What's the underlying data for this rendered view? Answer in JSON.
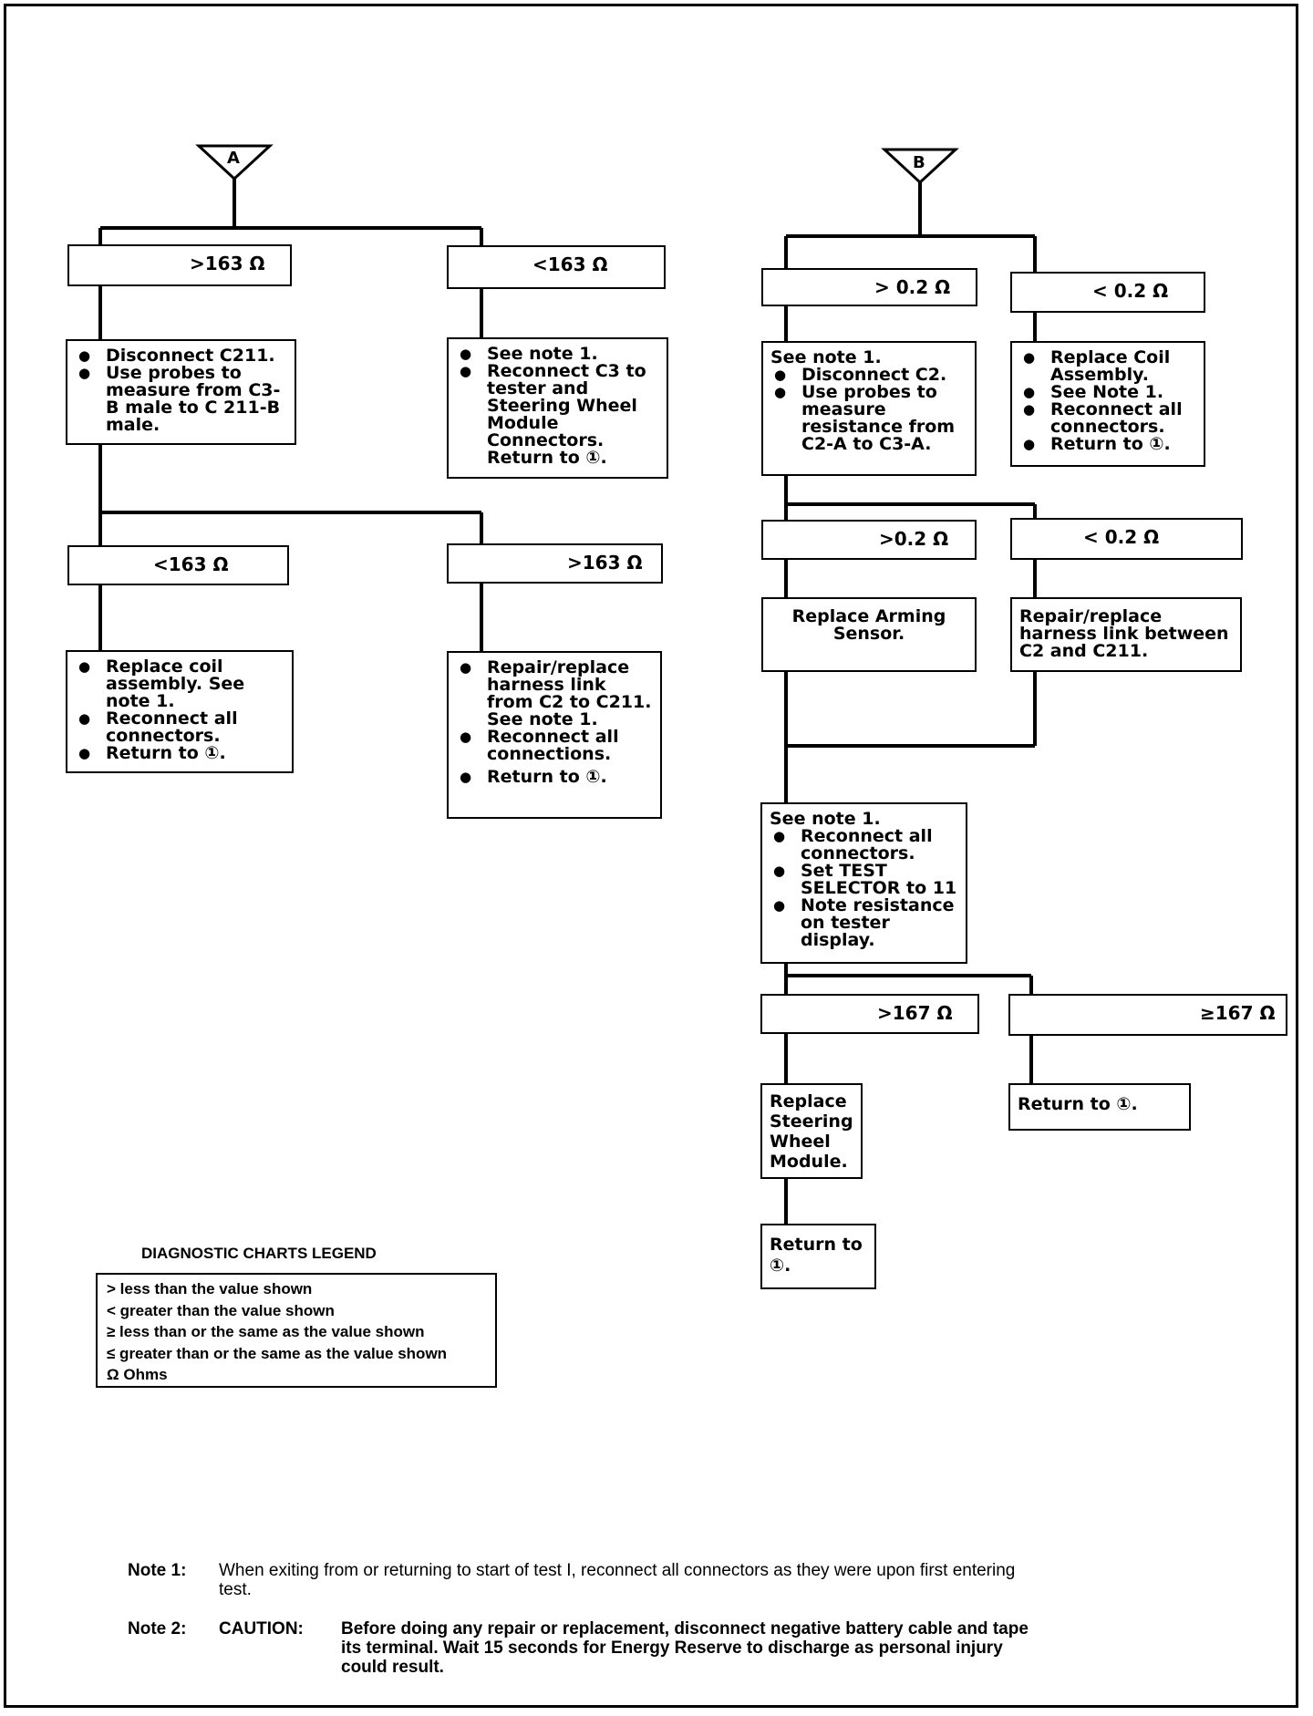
{
  "connectors": {
    "a": "A",
    "b": "B"
  },
  "branch_a": {
    "cond_gt163": ">163  Ω",
    "cond_lt163": "<163  Ω",
    "disconnect_box": [
      "Disconnect C211.",
      "Use probes to measure from C3-B male to C 211-B male."
    ],
    "see_note_box": [
      "See note 1.",
      "Reconnect C3 to tester and Steering Wheel Module Connectors. Return to ①."
    ],
    "cond_lt163_2": "<163  Ω",
    "cond_gt163_2": ">163  Ω",
    "replace_coil_box": [
      "Replace coil assembly. See note 1.",
      "Reconnect  all connectors.",
      "Return to ①."
    ],
    "repair_box": [
      "Repair/replace harness link from C2 to C211. See note 1.",
      "Reconnect all connections.",
      "Return to ①."
    ]
  },
  "branch_b": {
    "cond_gt02": "> 0.2  Ω",
    "cond_lt02": "< 0.2  Ω",
    "disconnect_c2_intro": "See note 1.",
    "disconnect_c2_box": [
      "Disconnect C2.",
      "Use probes to measure resistance from C2-A to C3-A."
    ],
    "replace_coil_box": [
      "Replace Coil Assembly.",
      "See Note 1.",
      "Reconnect all connectors.",
      "Return to ①."
    ],
    "cond_gt02_2": ">0.2  Ω",
    "cond_lt02_2": "< 0.2  Ω",
    "arming_box": "Replace Arming Sensor.",
    "harness_box": "Repair/replace harness link between C2 and C211.",
    "reconnect_intro": "See note 1.",
    "reconnect_box": [
      "Reconnect all connectors.",
      "Set TEST SELECTOR to 11",
      "Note resistance on tester display."
    ],
    "cond_gt167": ">167  Ω",
    "cond_ge167": "≥167  Ω",
    "steering_box": "Replace Steering Wheel Module.",
    "return_box": "Return to ①.",
    "final_return_box": "Return to ①."
  },
  "legend": {
    "title": "DIAGNOSTIC CHARTS LEGEND",
    "rows": [
      "> less than the value shown",
      "< greater than the value shown",
      "≥ less than or the same as the value shown",
      "≤ greater than or the same as the value shown",
      "Ω Ohms"
    ]
  },
  "notes": {
    "note1_label": "Note 1:",
    "note1_text": "When exiting from or returning to start of test I, reconnect all connectors as they were upon first entering test.",
    "note2_label": "Note 2:",
    "note2_caution": "CAUTION:",
    "note2_text": "Before doing any repair or replacement, disconnect negative  battery cable and tape its terminal.  Wait 15 seconds for Energy Reserve to discharge as personal injury could result."
  }
}
